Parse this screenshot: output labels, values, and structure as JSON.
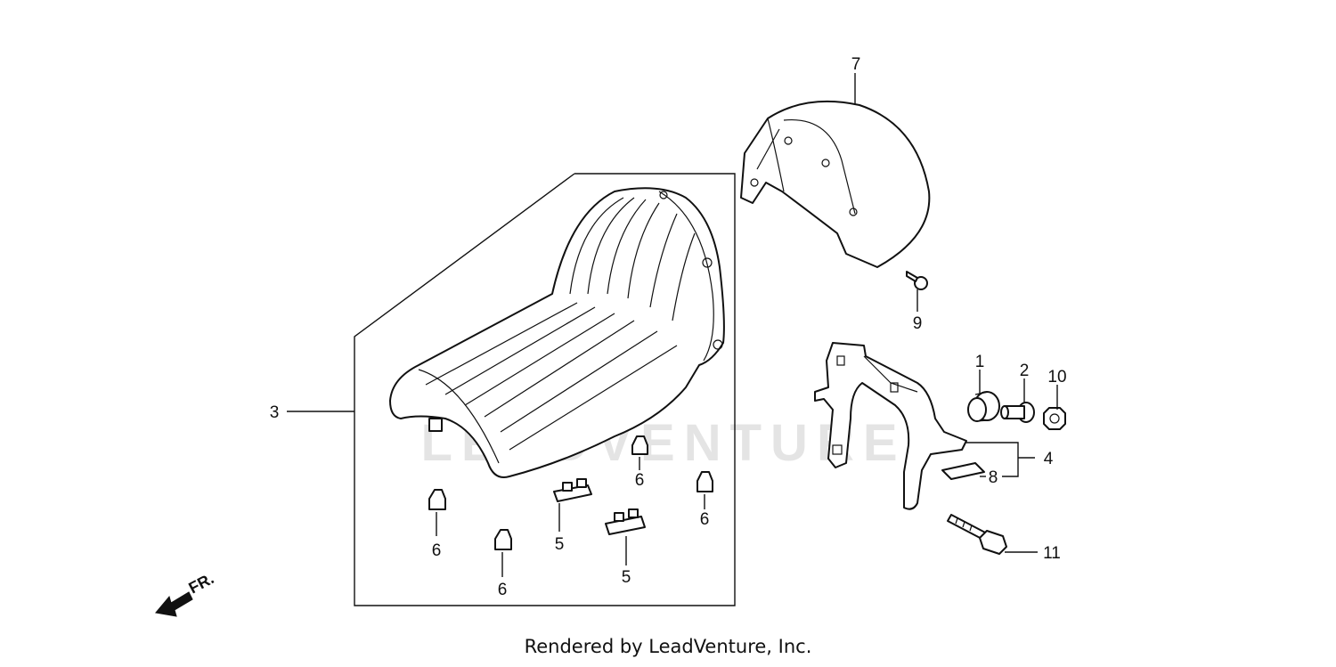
{
  "watermark": "LEADVENTURE",
  "direction_label": "FR.",
  "credit": "Rendered by LeadVenture, Inc.",
  "callouts": {
    "c1": "1",
    "c2": "2",
    "c3": "3",
    "c4": "4",
    "c5a": "5",
    "c5b": "5",
    "c6a": "6",
    "c6b": "6",
    "c6c": "6",
    "c6d": "6",
    "c7": "7",
    "c8": "8",
    "c9": "9",
    "c10": "10",
    "c11": "11"
  }
}
